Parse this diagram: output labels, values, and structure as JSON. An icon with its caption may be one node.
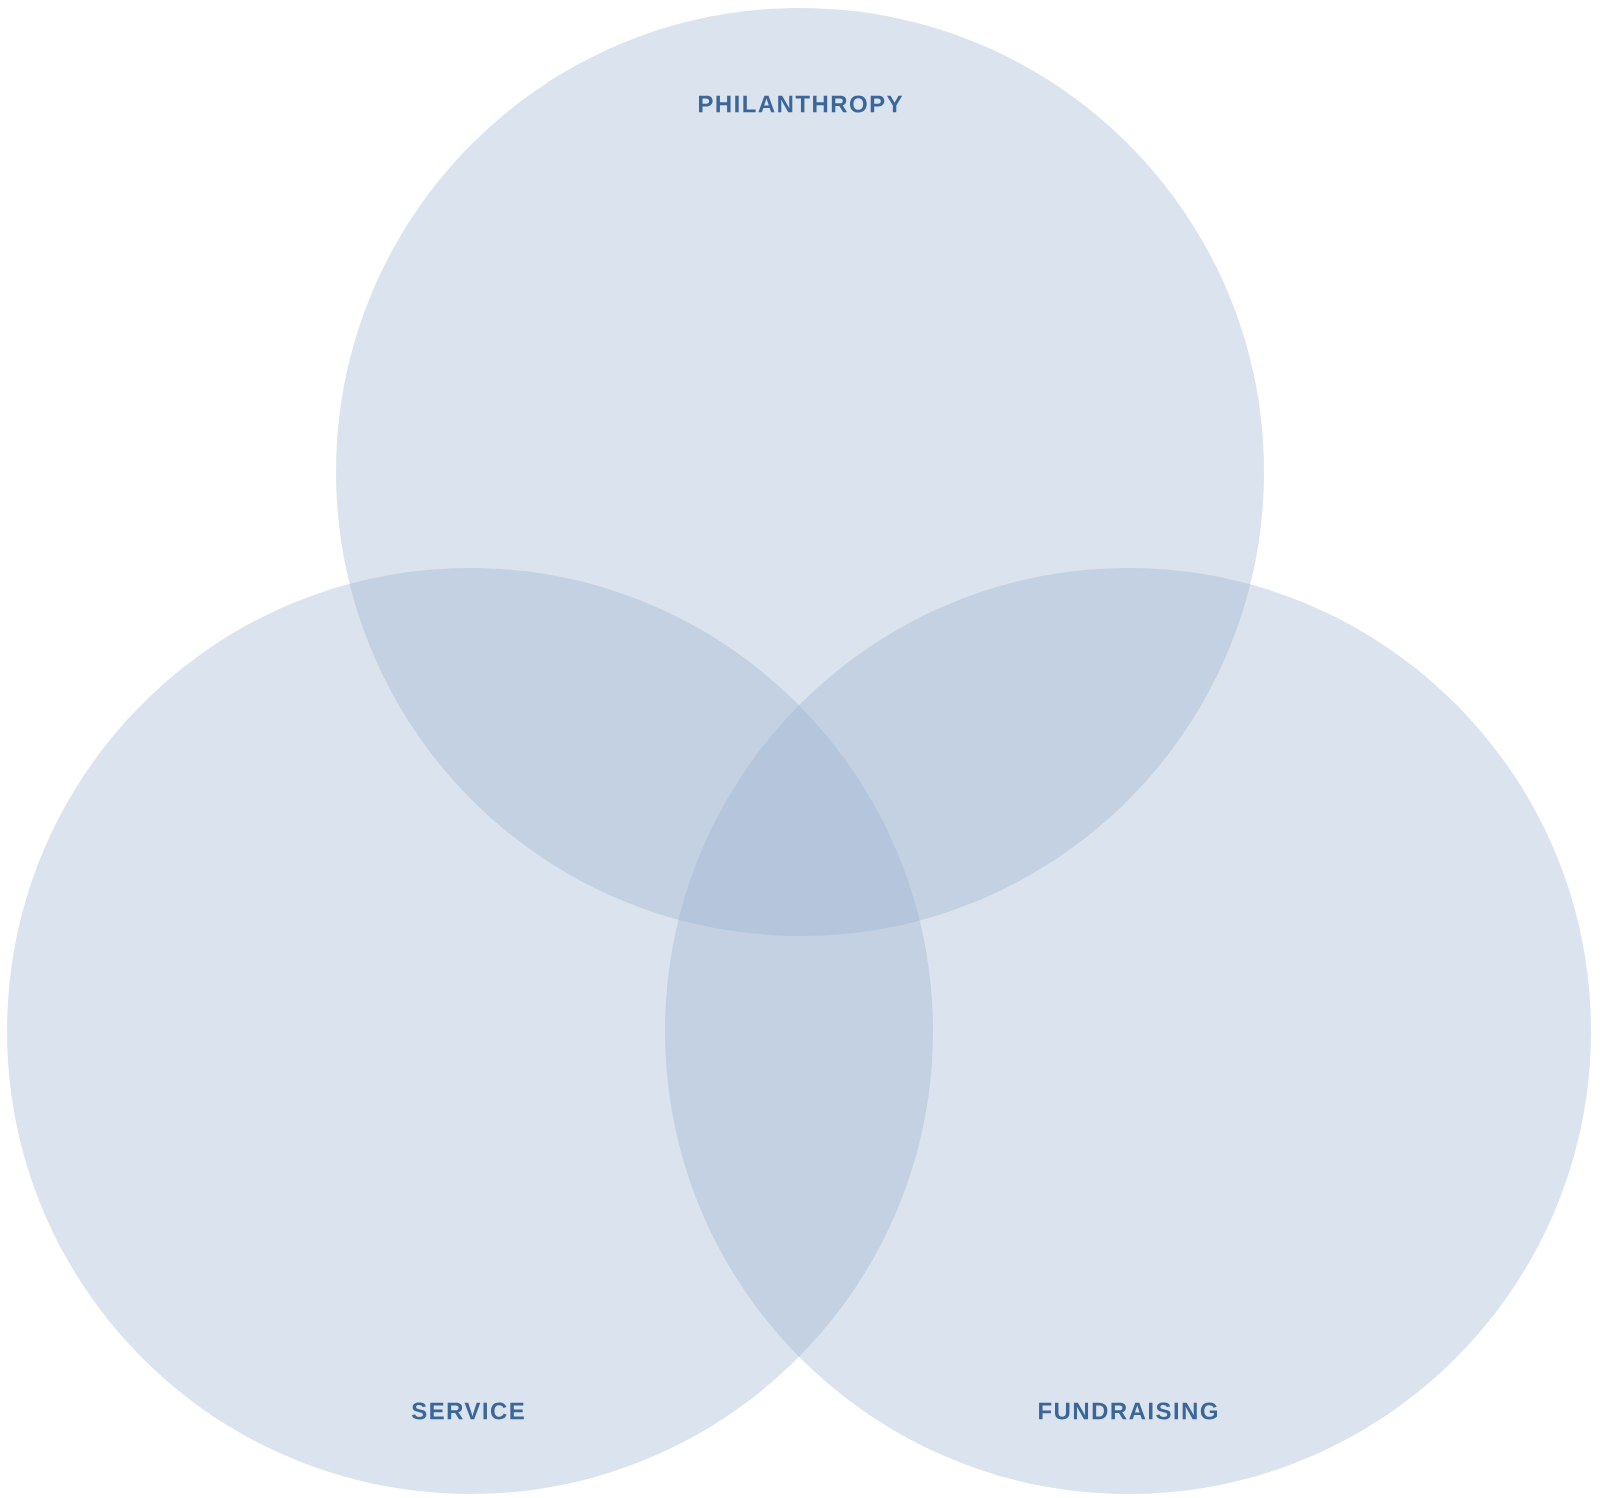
{
  "diagram": {
    "nodes": [
      {
        "text": [
          "PHILANTHROPY"
        ]
      },
      {
        "text": [
          "SERVICE"
        ]
      },
      {
        "text": [
          "FUNDRAISING"
        ]
      }
    ]
  }
}
